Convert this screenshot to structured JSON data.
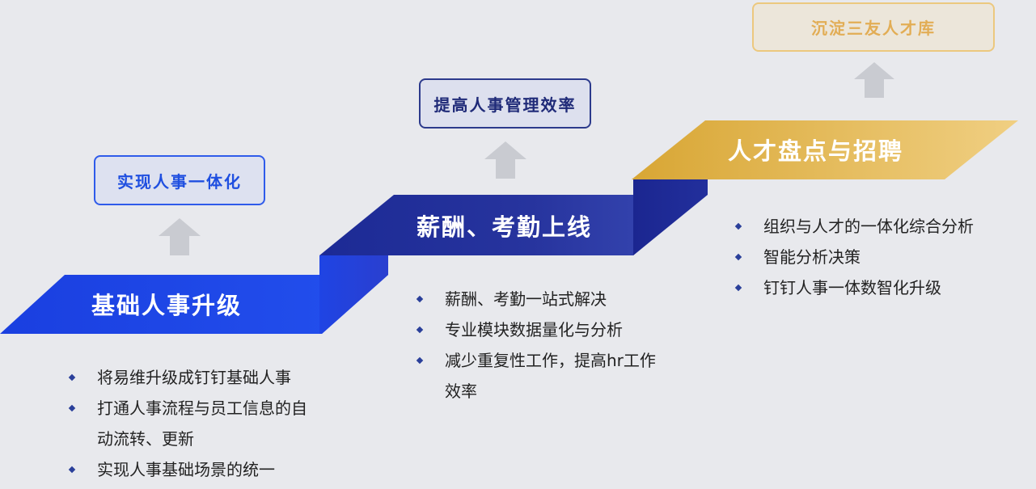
{
  "colors": {
    "step1": "#1f47e6",
    "step2": "#2432a0",
    "step3": "#dcae48",
    "arrow": "#c9cbd1",
    "bullet": "#2a3f9a"
  },
  "steps": [
    {
      "title": "基础人事升级",
      "goal": "实现人事一体化",
      "bullets": [
        "将易维升级成钉钉基础人事",
        "打通人事流程与员工信息的自动流转、更新",
        "实现人事基础场景的统一"
      ]
    },
    {
      "title": "薪酬、考勤上线",
      "goal": "提高人事管理效率",
      "bullets": [
        "薪酬、考勤一站式解决",
        "专业模块数据量化与分析",
        "减少重复性工作，提高hr工作效率"
      ]
    },
    {
      "title": "人才盘点与招聘",
      "goal": "沉淀三友人才库",
      "bullets": [
        "组织与人才的一体化综合分析",
        "智能分析决策",
        "钉钉人事一体数智化升级"
      ]
    }
  ]
}
